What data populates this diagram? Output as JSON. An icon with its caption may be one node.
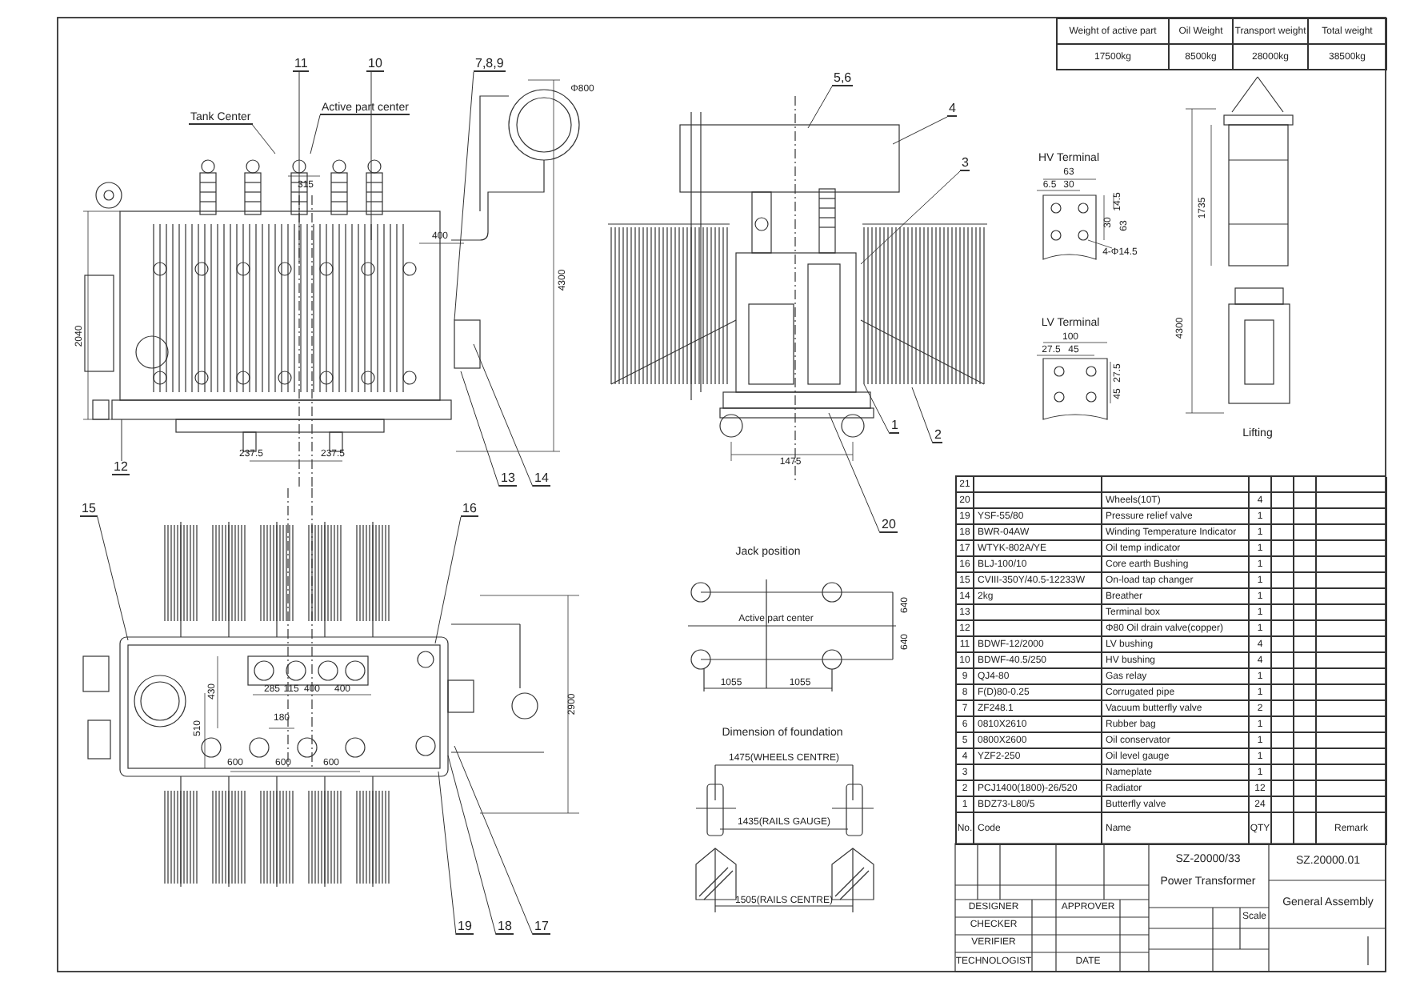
{
  "diagram": {
    "nodes": [
      {
        "text": [
          "11"
        ]
      },
      {
        "text": [
          "10"
        ]
      },
      {
        "text": [
          "7,8,9"
        ]
      },
      {
        "text": [
          "Tank Center"
        ]
      },
      {
        "text": [
          "Active part center"
        ]
      },
      {
        "text": [
          "5,6"
        ]
      },
      {
        "text": [
          "4"
        ]
      },
      {
        "text": [
          "3"
        ]
      },
      {
        "text": [
          "12"
        ]
      },
      {
        "text": [
          "13"
        ]
      },
      {
        "text": [
          "14"
        ]
      },
      {
        "text": [
          "1"
        ]
      },
      {
        "text": [
          "2"
        ]
      },
      {
        "text": [
          "20"
        ]
      },
      {
        "text": [
          "15"
        ]
      },
      {
        "text": [
          "16"
        ]
      },
      {
        "text": [
          "19"
        ]
      },
      {
        "text": [
          "18"
        ]
      },
      {
        "text": [
          "17"
        ]
      }
    ],
    "edges": [
      {
        "from": 0,
        "to": null,
        "arrow": "none"
      },
      {
        "from": 1,
        "to": null,
        "arrow": "none"
      },
      {
        "from": 2,
        "to": null,
        "arrow": "none"
      },
      {
        "from": 3,
        "to": null,
        "arrow": "none"
      },
      {
        "from": 4,
        "to": null,
        "arrow": "none"
      },
      {
        "from": 5,
        "to": null,
        "arrow": "none"
      },
      {
        "from": 6,
        "to": null,
        "arrow": "none"
      },
      {
        "from": 7,
        "to": null,
        "arrow": "none"
      },
      {
        "from": 8,
        "to": null,
        "arrow": "none"
      },
      {
        "from": 9,
        "to": null,
        "arrow": "none"
      },
      {
        "from": 10,
        "to": null,
        "arrow": "none"
      },
      {
        "from": 11,
        "to": null,
        "arrow": "none"
      },
      {
        "from": 12,
        "to": null,
        "arrow": "none"
      },
      {
        "from": 13,
        "to": null,
        "arrow": "none"
      },
      {
        "from": 14,
        "to": null,
        "arrow": "none"
      },
      {
        "from": 15,
        "to": null,
        "arrow": "none"
      },
      {
        "from": 16,
        "to": null,
        "arrow": "none"
      },
      {
        "from": 17,
        "to": null,
        "arrow": "none"
      },
      {
        "from": 18,
        "to": null,
        "arrow": "none"
      }
    ],
    "labels": [
      "Weight of active part",
      "Oil Weight",
      "Transport weight",
      "Total weight",
      "17500kg",
      "8500kg",
      "28000kg",
      "38500kg",
      "315",
      "Φ800",
      "400",
      "2040",
      "4300",
      "237.5",
      "237.5",
      "1475",
      "HV Terminal",
      "63",
      "6.5",
      "30",
      "14.5",
      "30",
      "63",
      "4-Φ14.5",
      "LV Terminal",
      "100",
      "27.5",
      "45",
      "27.5",
      "45",
      "1735",
      "4300",
      "Lifting",
      "430",
      "285",
      "115",
      "400",
      "400",
      "510",
      "180",
      "600",
      "600",
      "600",
      "2900",
      "Jack position",
      "Active part center",
      "640",
      "640",
      "1055",
      "1055",
      "Dimension of foundation",
      "1475(WHEELS CENTRE)",
      "1435(RAILS GAUGE)",
      "1505(RAILS CENTRE)",
      "21",
      "20",
      "Wheels(10T)",
      "4",
      "19",
      "YSF-55/80",
      "Pressure relief valve",
      "1",
      "18",
      "BWR-04AW",
      "Winding Temperature Indicator",
      "1",
      "17",
      "WTYK-802A/YE",
      "Oil temp indicator",
      "1",
      "16",
      "BLJ-100/10",
      "Core earth Bushing",
      "1",
      "15",
      "CVIII-350Y/40.5-12233W",
      "On-load tap changer",
      "1",
      "14",
      "2kg",
      "Breather",
      "1",
      "13",
      "Terminal box",
      "1",
      "12",
      "Φ80 Oil drain valve(copper)",
      "1",
      "11",
      "BDWF-12/2000",
      "LV bushing",
      "4",
      "10",
      "BDWF-40.5/250",
      "HV bushing",
      "4",
      "9",
      "QJ4-80",
      "Gas relay",
      "1",
      "8",
      "F(D)80-0.25",
      "Corrugated pipe",
      "1",
      "7",
      "ZF248.1",
      "Vacuum butterfly valve",
      "2",
      "6",
      "0810X2610",
      "Rubber bag",
      "1",
      "5",
      "0800X2600",
      "Oil conservator",
      "1",
      "4",
      "YZF2-250",
      "Oil level gauge",
      "1",
      "3",
      "Nameplate",
      "1",
      "2",
      "PCJ1400(1800)-26/520",
      "Radiator",
      "12",
      "1",
      "BDZ73-L80/5",
      "Butterfly valve",
      "24",
      "No.",
      "Code",
      "Name",
      "QTY",
      "Remark",
      "SZ-20000/33",
      "SZ.20000.01",
      "Power Transformer",
      "DESIGNER",
      "APPROVER",
      "General Assembly",
      "Scale",
      "CHECKER",
      "VERIFIER",
      "TECHNOLOGIST",
      "DATE"
    ]
  }
}
